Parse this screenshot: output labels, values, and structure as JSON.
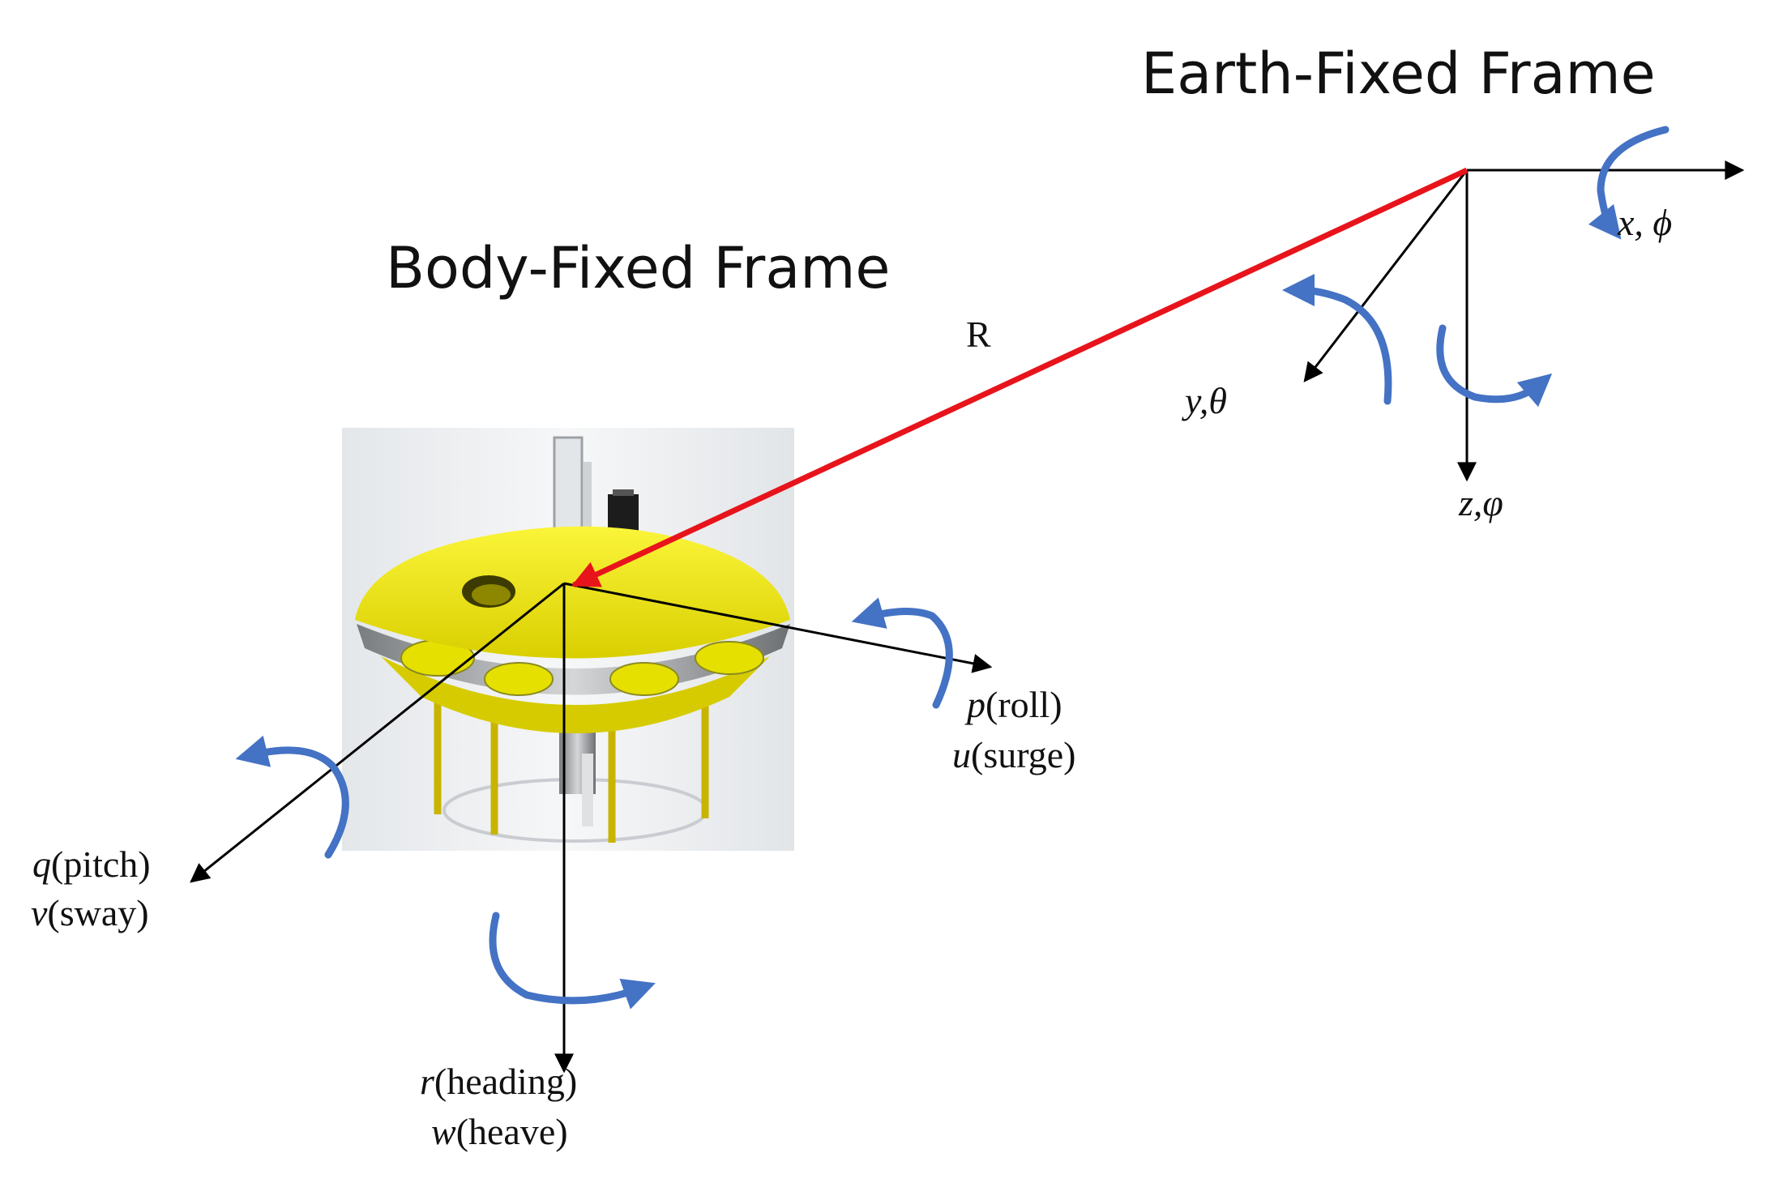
{
  "titles": {
    "earth_frame": "Earth-Fixed Frame",
    "body_frame": "Body-Fixed Frame"
  },
  "position_vector_label": "R",
  "earth_axes": {
    "x": {
      "sym": "x, ",
      "angle": "ϕ"
    },
    "y": {
      "sym": "y,",
      "angle": "θ"
    },
    "z": {
      "sym": "z,",
      "angle": "φ"
    }
  },
  "body_axes": {
    "roll": {
      "rate_sym": "p",
      "rate_name": "(roll)",
      "vel_sym": "u",
      "vel_name": "(surge)"
    },
    "pitch": {
      "rate_sym": "q",
      "rate_name": "(pitch)",
      "vel_sym": "v",
      "vel_name": "(sway)"
    },
    "yaw": {
      "rate_sym": "r",
      "rate_name": "(heading)",
      "vel_sym": "w",
      "vel_name": "(heave)"
    }
  },
  "colors": {
    "position_vector": "#e8141b",
    "rotation_arrow": "#4472c4",
    "axis": "#000000",
    "vehicle_hull": "#f7ef10"
  }
}
